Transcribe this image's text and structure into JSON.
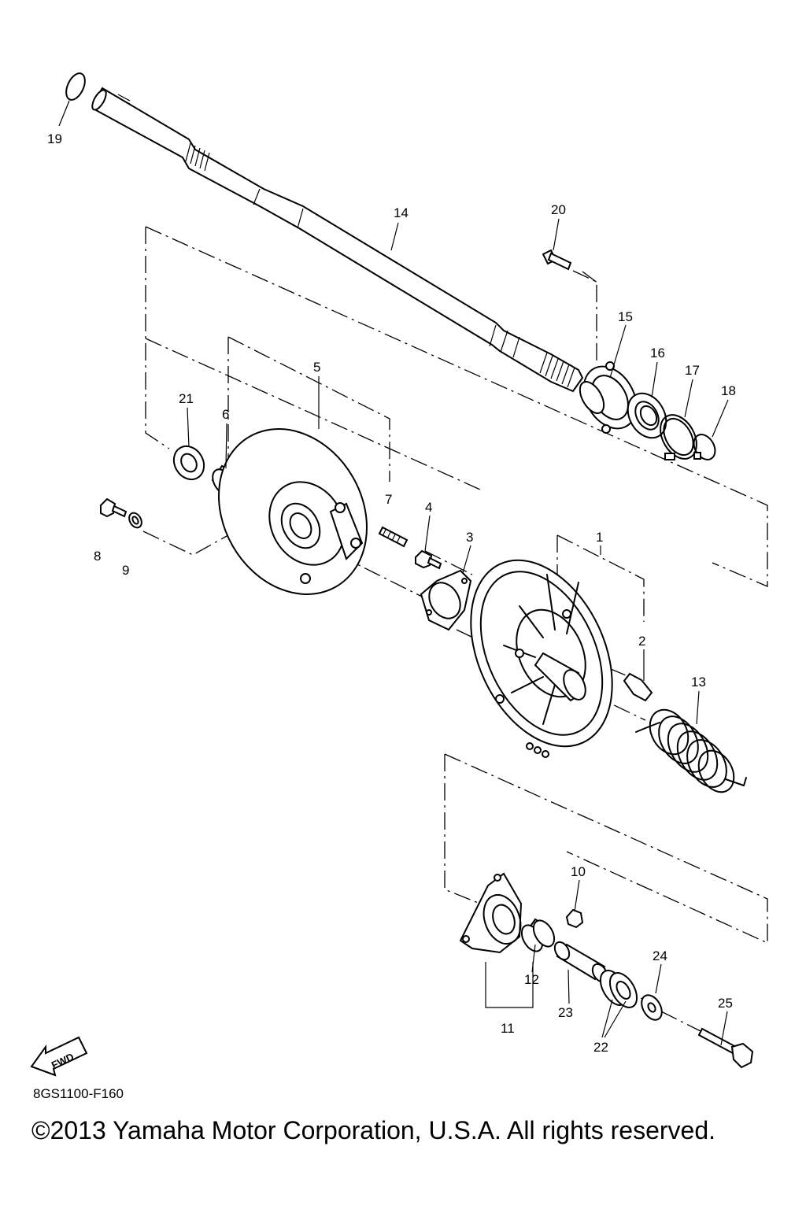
{
  "diagram": {
    "callouts": [
      {
        "id": "1",
        "text": "1"
      },
      {
        "id": "2",
        "text": "2"
      },
      {
        "id": "3",
        "text": "3"
      },
      {
        "id": "4",
        "text": "4"
      },
      {
        "id": "5",
        "text": "5"
      },
      {
        "id": "6",
        "text": "6"
      },
      {
        "id": "7",
        "text": "7"
      },
      {
        "id": "8",
        "text": "8"
      },
      {
        "id": "9",
        "text": "9"
      },
      {
        "id": "10",
        "text": "10"
      },
      {
        "id": "11",
        "text": "11"
      },
      {
        "id": "12",
        "text": "12"
      },
      {
        "id": "13",
        "text": "13"
      },
      {
        "id": "14",
        "text": "14"
      },
      {
        "id": "15",
        "text": "15"
      },
      {
        "id": "16",
        "text": "16"
      },
      {
        "id": "17",
        "text": "17"
      },
      {
        "id": "18",
        "text": "18"
      },
      {
        "id": "19",
        "text": "19"
      },
      {
        "id": "20",
        "text": "20"
      },
      {
        "id": "21",
        "text": "21"
      },
      {
        "id": "22",
        "text": "22"
      },
      {
        "id": "23",
        "text": "23"
      },
      {
        "id": "24",
        "text": "24"
      },
      {
        "id": "25",
        "text": "25"
      }
    ],
    "fwd_label": "FWD",
    "ref_code": "8GS1100-F160",
    "copyright": "©2013 Yamaha Motor Corporation, U.S.A. All rights reserved."
  }
}
